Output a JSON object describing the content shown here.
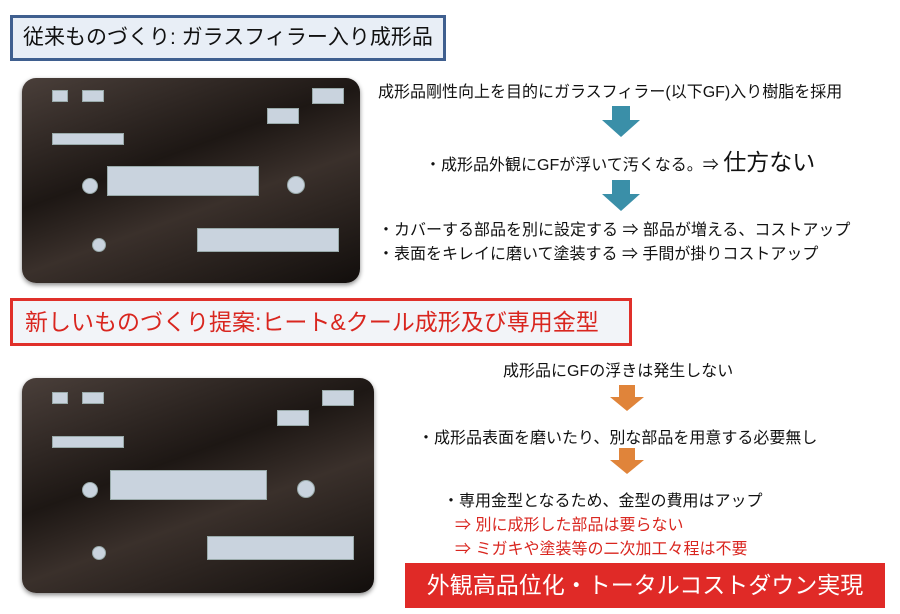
{
  "section1": {
    "title": "従来ものづくり: ガラスフィラー入り成形品",
    "lines": [
      "成形品剛性向上を目的にガラスフィラー(以下GF)入り樹脂を採用",
      "・成形品外観にGFが浮いて汚くなる。⇒",
      "仕方ない",
      "・カバーする部品を別に設定する ⇒ 部品が増える、コストアップ",
      "・表面をキレイに磨いて塗装する ⇒ 手間が掛りコストアップ"
    ],
    "arrow_color": "#3a8fa8"
  },
  "section2": {
    "title": "新しいものづくり提案:ヒート&クール成形及び専用金型",
    "lines": [
      "成形品にGFの浮きは発生しない",
      "・成形品表面を磨いたり、別な部品を用意する必要無し",
      "・専用金型となるため、金型の費用はアップ",
      "⇒ 別に成形した部品は要らない",
      "⇒ ミガキや塗装等の二次加工々程は不要"
    ],
    "arrow_color": "#e0843a",
    "banner": "外観高品位化・トータルコストダウン実現"
  }
}
